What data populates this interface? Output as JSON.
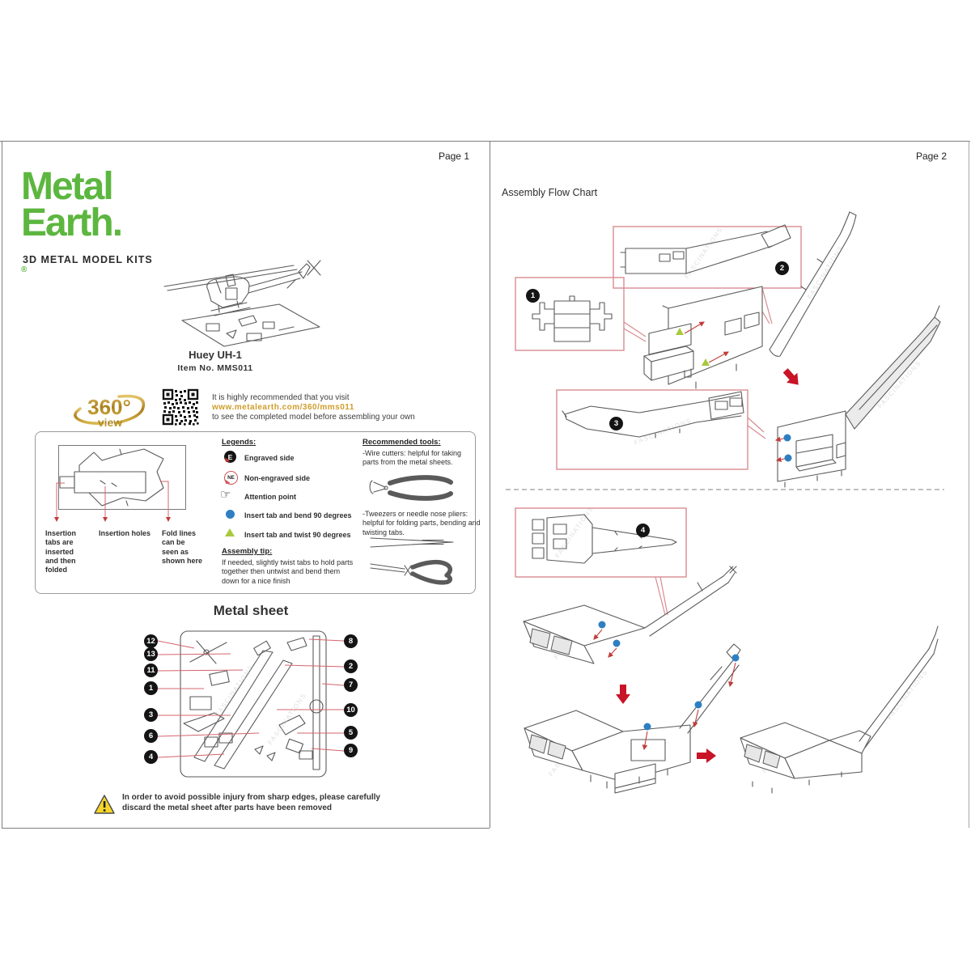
{
  "watermark": "FASCINATIONS",
  "colors": {
    "brand_green": "#5cb63f",
    "gold": "#cf9d2b",
    "accent_red": "#c8102e",
    "box_pink": "#d98b91",
    "blue_dot": "#2e7fc1",
    "triangle_green": "#a8c93d",
    "warning_yellow": "#f6d62a"
  },
  "page1": {
    "page_label": "Page 1",
    "logo": {
      "word1": "Metal",
      "word2": "Earth.",
      "reg": "®",
      "tagline": "3D METAL MODEL KITS"
    },
    "product": {
      "name": "Huey UH-1",
      "item": "Item No. MMS011"
    },
    "promo": {
      "badge_big": "360°",
      "badge_small": "view",
      "line1": "It is highly recommended that you visit",
      "url": "www.metalearth.com/360/mms011",
      "line2": "to see the completed model before assembling your own"
    },
    "diagram": {
      "label_tabs": "Insertion tabs are inserted and then folded",
      "label_holes": "Insertion holes",
      "label_fold": "Fold lines can be seen as shown here"
    },
    "legends": {
      "title": "Legends:",
      "items": [
        {
          "icon": "engraved-badge",
          "symbol": "E",
          "label": "Engraved side"
        },
        {
          "icon": "non-engraved-badge",
          "symbol": "NE",
          "label": "Non-engraved side"
        },
        {
          "icon": "attention-hand-icon",
          "symbol": "☞",
          "label": "Attention point"
        },
        {
          "icon": "blue-dot",
          "label": "Insert tab and bend 90 degrees"
        },
        {
          "icon": "green-triangle",
          "label": "Insert tab and twist 90 degrees"
        }
      ]
    },
    "assembly_tip": {
      "title": "Assembly tip:",
      "text": "If needed, slightly twist tabs to hold parts together then untwist and bend them down for a nice finish"
    },
    "tools": {
      "title": "Recommended tools:",
      "wire_cutters": "-Wire cutters: helpful for taking parts from the metal sheets.",
      "tweezers": "-Tweezers or needle nose pliers: helpful for folding parts, bending and twisting tabs."
    },
    "metal_sheet": {
      "title": "Metal sheet",
      "left_callouts": [
        "12",
        "13",
        "11",
        "1",
        "3",
        "6",
        "4"
      ],
      "right_callouts": [
        "8",
        "2",
        "7",
        "10",
        "5",
        "9"
      ]
    },
    "warning": "In order to avoid possible injury from sharp edges, please carefully discard the metal sheet after parts have been removed"
  },
  "page2": {
    "page_label": "Page 2",
    "title": "Assembly Flow Chart",
    "steps": [
      "1",
      "2",
      "3",
      "4"
    ]
  }
}
